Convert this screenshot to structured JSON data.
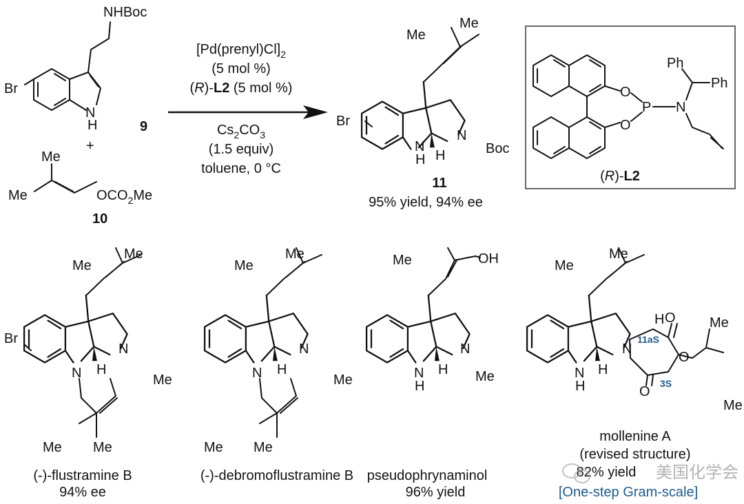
{
  "atoms": {
    "N": "N",
    "H": "H",
    "Me": "Me",
    "Br": "Br",
    "O": "O",
    "P": "P",
    "Ph": "Ph",
    "OH": "OH",
    "Boc": "Boc",
    "NHBoc": "NHBoc"
  },
  "reaction": {
    "reactant1_label": "9",
    "plus": "+",
    "reactant2": {
      "ester_a": "OCO",
      "ester_sub": "2",
      "ester_b": "Me",
      "label": "10"
    },
    "conditions": {
      "line1_a": "[Pd(prenyl)Cl]",
      "line1_sub": "2",
      "line2": "(5 mol %)",
      "line3_a": "(",
      "line3_r": "R",
      "line3_b": ")-",
      "line3_l2": "L2",
      "line3_c": " (5 mol %)",
      "line4_a": "Cs",
      "line4_sub1": "2",
      "line4_b": "CO",
      "line4_sub2": "3",
      "line5": "(1.5 equiv)",
      "line6": "toluene, 0 °C"
    },
    "product": {
      "label": "11",
      "result": "95% yield, 94% ee"
    },
    "ligand": {
      "open": "(",
      "r": "R",
      "close": ")-",
      "name": "L2"
    }
  },
  "products": [
    {
      "name": "(-)-flustramine B",
      "result": "94% ee"
    },
    {
      "name": "(-)-debromoflustramine B",
      "result": ""
    },
    {
      "name": "pseudophrynaminol",
      "result": "96% yield"
    },
    {
      "name": "mollenine A",
      "note": "(revised structure)",
      "result": "82% yield",
      "highlight": "[One-step Gram-scale]",
      "stereo1": "11aS",
      "stereo2": "3S"
    }
  ],
  "watermark": "美国化学会"
}
